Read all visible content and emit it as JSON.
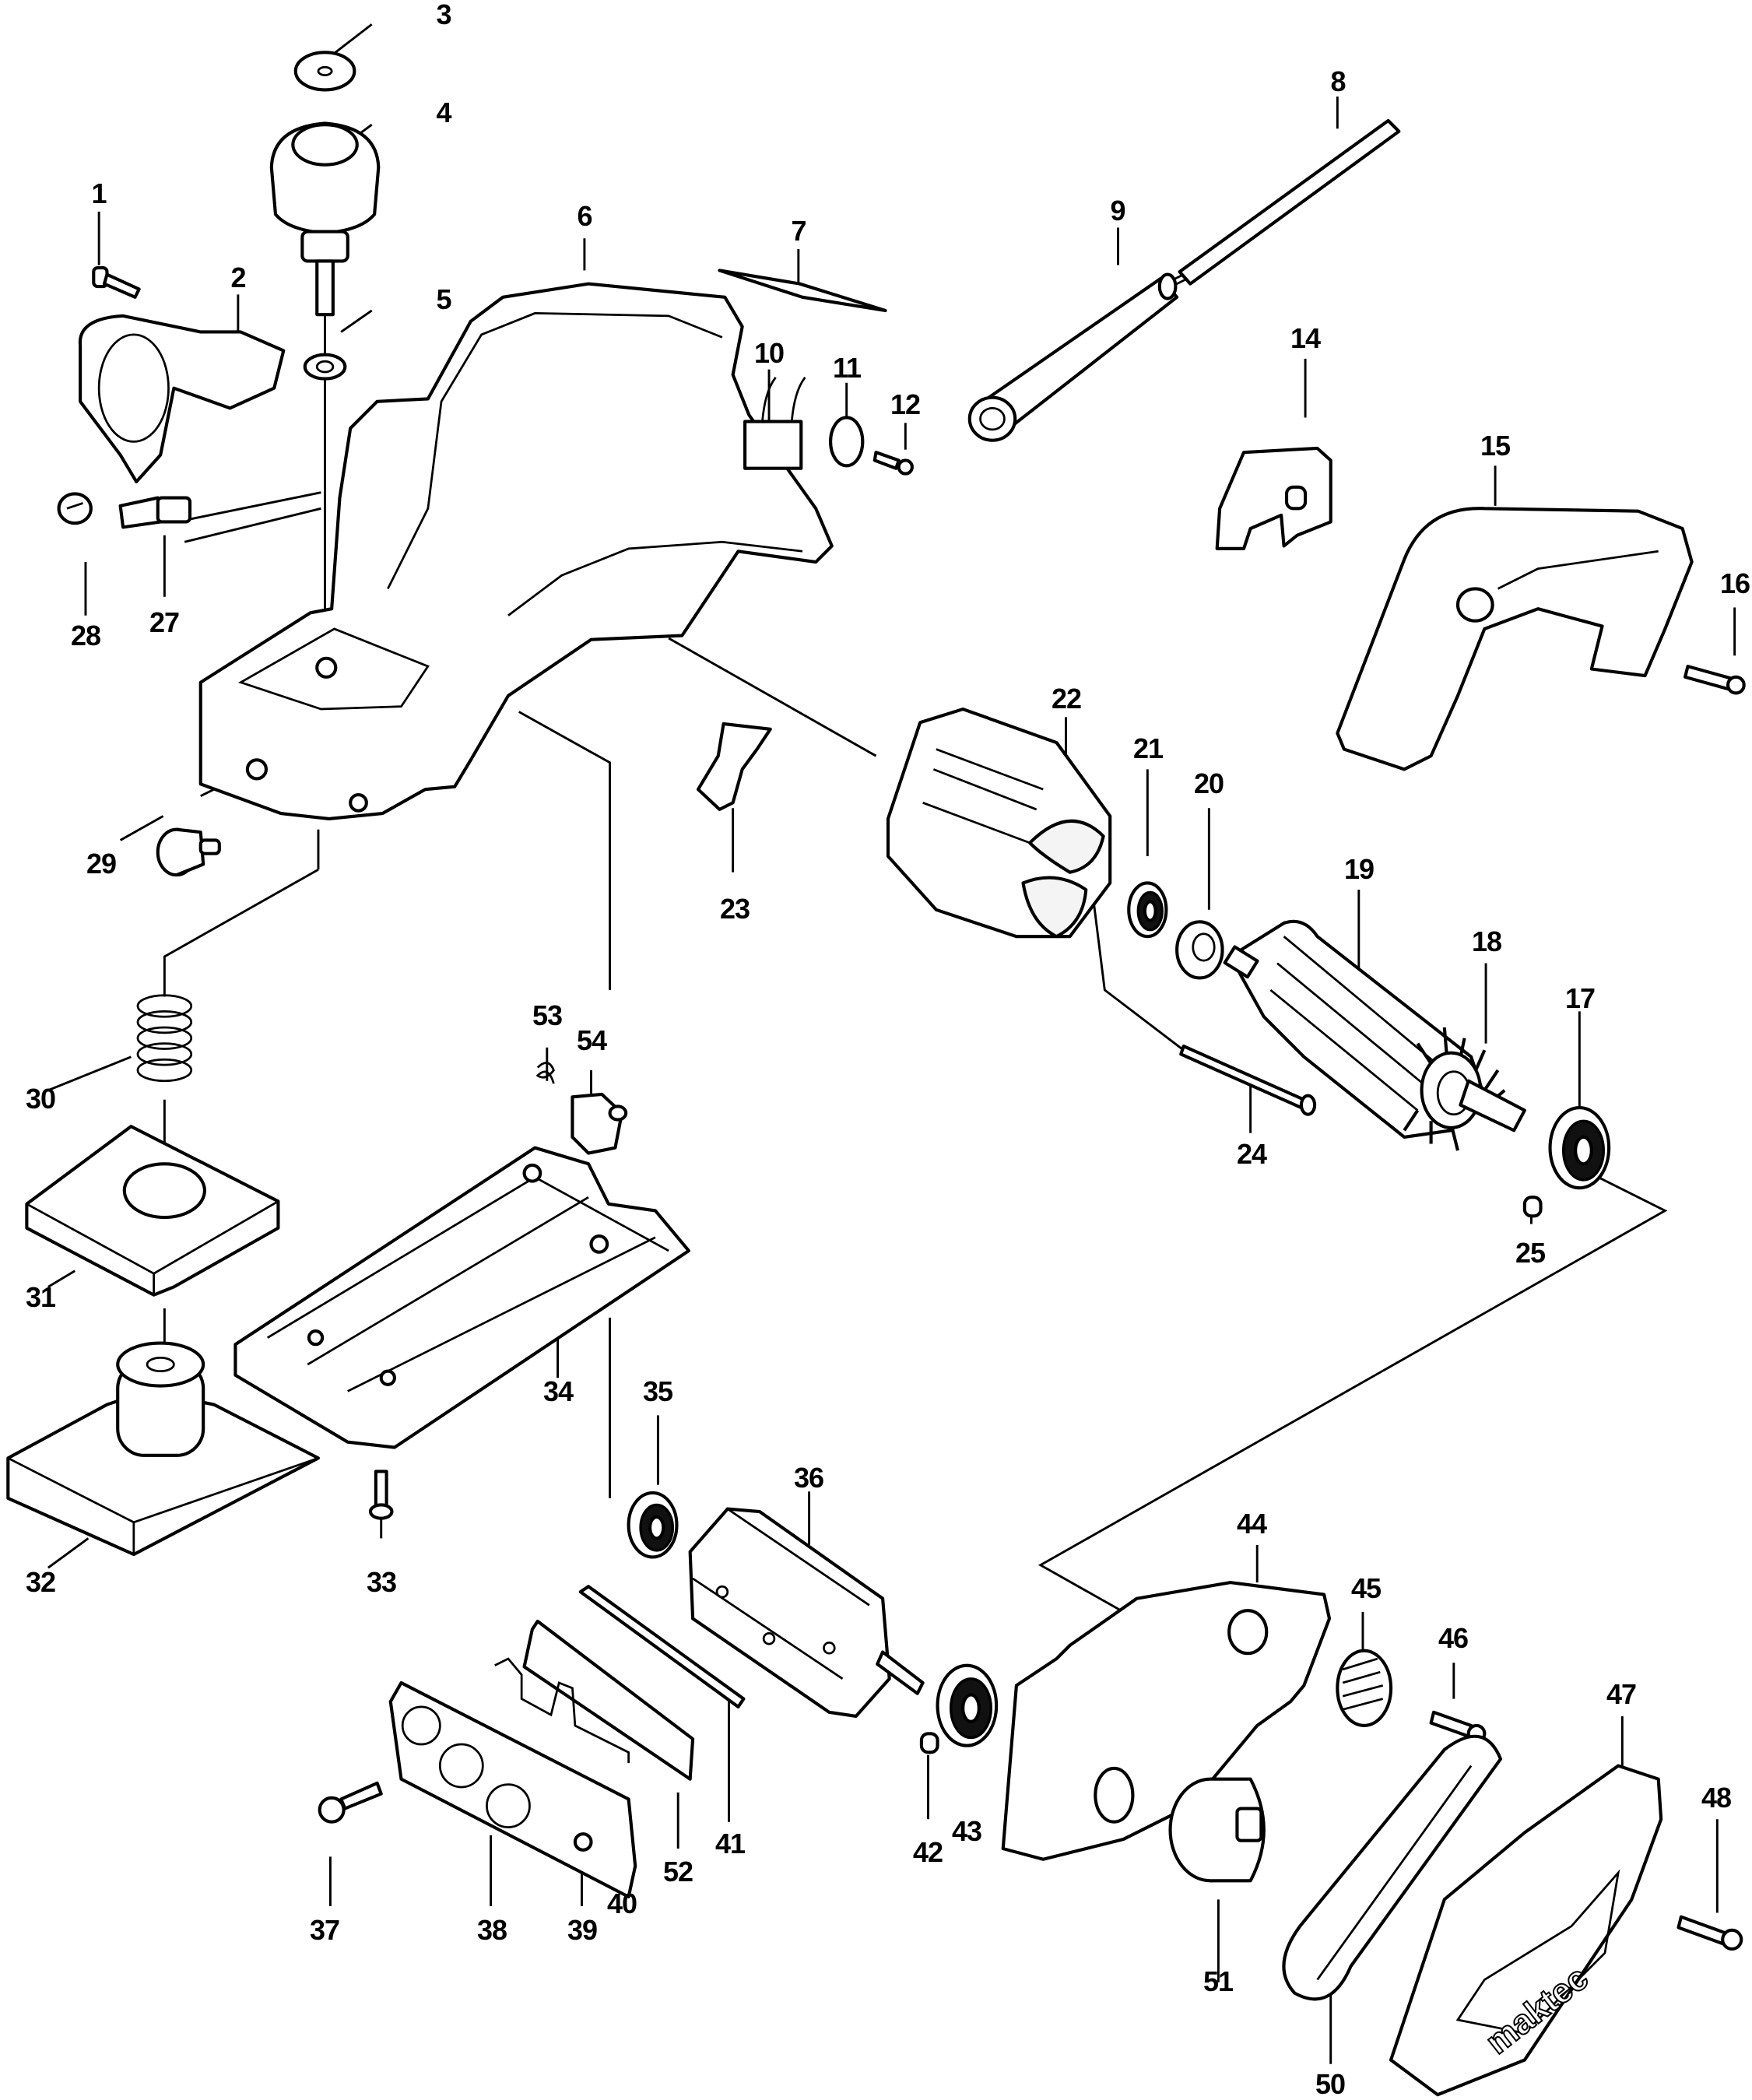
{
  "diagram": {
    "type": "exploded-parts-diagram",
    "subject": "electric planer",
    "brand_mark": "maktec",
    "callouts": [
      {
        "id": "1",
        "label": "1",
        "part": "screw"
      },
      {
        "id": "2",
        "label": "2",
        "part": "chip-deflector"
      },
      {
        "id": "3",
        "label": "3",
        "part": "name-plate-disc"
      },
      {
        "id": "4",
        "label": "4",
        "part": "depth-adjusting-knob"
      },
      {
        "id": "5",
        "label": "5",
        "part": "washer"
      },
      {
        "id": "6",
        "label": "6",
        "part": "motor-housing"
      },
      {
        "id": "7",
        "label": "7",
        "part": "label-plate"
      },
      {
        "id": "8",
        "label": "8",
        "part": "power-cord"
      },
      {
        "id": "9",
        "label": "9",
        "part": "cord-guard"
      },
      {
        "id": "10",
        "label": "10",
        "part": "noise-suppressor"
      },
      {
        "id": "11",
        "label": "11",
        "part": "strain-relief"
      },
      {
        "id": "12",
        "label": "12",
        "part": "tapping-screw"
      },
      {
        "id": "14",
        "label": "14",
        "part": "switch"
      },
      {
        "id": "15",
        "label": "15",
        "part": "handle-cover"
      },
      {
        "id": "16",
        "label": "16",
        "part": "tapping-screw"
      },
      {
        "id": "17",
        "label": "17",
        "part": "ball-bearing"
      },
      {
        "id": "18",
        "label": "18",
        "part": "fan"
      },
      {
        "id": "19",
        "label": "19",
        "part": "armature"
      },
      {
        "id": "20",
        "label": "20",
        "part": "baffle-plate"
      },
      {
        "id": "21",
        "label": "21",
        "part": "ball-bearing"
      },
      {
        "id": "22",
        "label": "22",
        "part": "field"
      },
      {
        "id": "23",
        "label": "23",
        "part": "switch-trigger"
      },
      {
        "id": "24",
        "label": "24",
        "part": "long-screw"
      },
      {
        "id": "25",
        "label": "25",
        "part": "pin"
      },
      {
        "id": "27",
        "label": "27",
        "part": "carbon-brush"
      },
      {
        "id": "28",
        "label": "28",
        "part": "brush-holder-cap"
      },
      {
        "id": "29",
        "label": "29",
        "part": "knob"
      },
      {
        "id": "30",
        "label": "30",
        "part": "compression-spring"
      },
      {
        "id": "31",
        "label": "31",
        "part": "sponge-pad"
      },
      {
        "id": "32",
        "label": "32",
        "part": "front-base"
      },
      {
        "id": "33",
        "label": "33",
        "part": "tapping-screw"
      },
      {
        "id": "34",
        "label": "34",
        "part": "base"
      },
      {
        "id": "35",
        "label": "35",
        "part": "ball-bearing"
      },
      {
        "id": "36",
        "label": "36",
        "part": "drum"
      },
      {
        "id": "37",
        "label": "37",
        "part": "hex-flange-bolt"
      },
      {
        "id": "38",
        "label": "38",
        "part": "drum-plate"
      },
      {
        "id": "39",
        "label": "39",
        "part": "screw"
      },
      {
        "id": "40",
        "label": "40",
        "part": "adjusting-plate"
      },
      {
        "id": "41",
        "label": "41",
        "part": "planer-blade"
      },
      {
        "id": "42",
        "label": "42",
        "part": "pin"
      },
      {
        "id": "43",
        "label": "43",
        "part": "ball-bearing"
      },
      {
        "id": "44",
        "label": "44",
        "part": "belt-cover-inner"
      },
      {
        "id": "45",
        "label": "45",
        "part": "pulley"
      },
      {
        "id": "46",
        "label": "46",
        "part": "tapping-screw"
      },
      {
        "id": "47",
        "label": "47",
        "part": "belt-cover"
      },
      {
        "id": "48",
        "label": "48",
        "part": "tapping-screw"
      },
      {
        "id": "50",
        "label": "50",
        "part": "belt"
      },
      {
        "id": "51",
        "label": "51",
        "part": "pulley"
      },
      {
        "id": "52",
        "label": "52",
        "part": "set-plate"
      },
      {
        "id": "53",
        "label": "53",
        "part": "torsion-spring"
      },
      {
        "id": "54",
        "label": "54",
        "part": "stand"
      }
    ]
  }
}
